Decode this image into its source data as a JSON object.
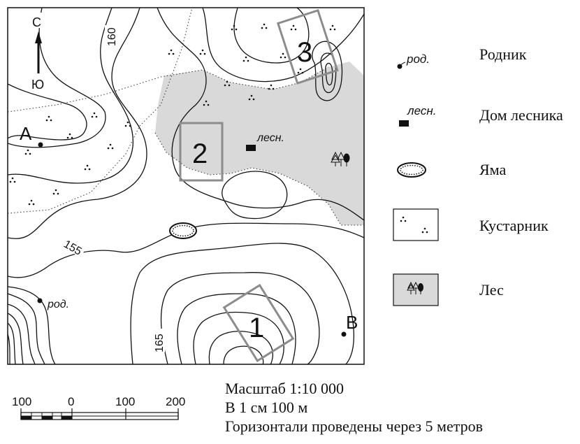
{
  "map": {
    "north_label": "С",
    "south_label": "Ю",
    "point_a": "А",
    "point_b": "В",
    "contours": [
      "160",
      "155",
      "165"
    ],
    "spring_label": "род.",
    "forester_label": "лесн.",
    "zones": [
      "1",
      "2",
      "3"
    ]
  },
  "legend": {
    "items": [
      {
        "symbol_text": "род.",
        "label": "Родник"
      },
      {
        "symbol_text": "лесн.",
        "label": "Дом лесника"
      },
      {
        "label": "Яма"
      },
      {
        "label": "Кустарник"
      },
      {
        "label": "Лес"
      }
    ]
  },
  "scale": {
    "ticks": [
      "100",
      "0",
      "100",
      "200"
    ],
    "scale_text": "Масштаб 1:10 000",
    "cm_text": "В 1 см 100 м",
    "contour_text": "Горизонтали проведены через 5 метров"
  },
  "colors": {
    "forest": "#d9d9d9",
    "zone_frame": "#8c8c8c",
    "line": "#111111"
  }
}
